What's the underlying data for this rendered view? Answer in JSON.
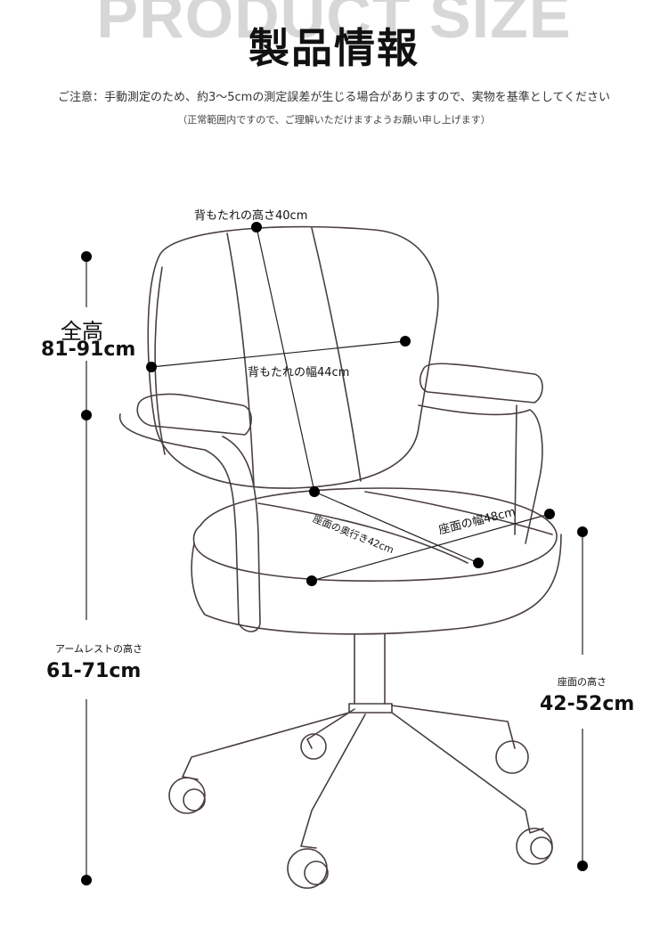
{
  "header": {
    "background_word": "PRODUCT SIZE",
    "title": "製品情報",
    "note": "ご注意：手動測定のため、約3～5cmの測定誤差が生じる場合がありますので、実物を基準としてください",
    "note_sub": "（正常範囲内ですので、ご理解いただけますようお願い申し上げます）"
  },
  "dimensions": {
    "backrest_height": "背もたれの高さ40cm",
    "backrest_width": "背もたれの幅44cm",
    "seat_depth": "座面の奥行き42cm",
    "seat_width": "座面の幅48cm",
    "total_height_label": "全高",
    "total_height_value": "81-91cm",
    "armrest_height_label": "アームレストの高さ",
    "armrest_height_value": "61-71cm",
    "seat_height_label": "座面の高さ",
    "seat_height_value": "42-52cm"
  },
  "colors": {
    "line": "#4a3f3f",
    "dot": "#000000"
  }
}
